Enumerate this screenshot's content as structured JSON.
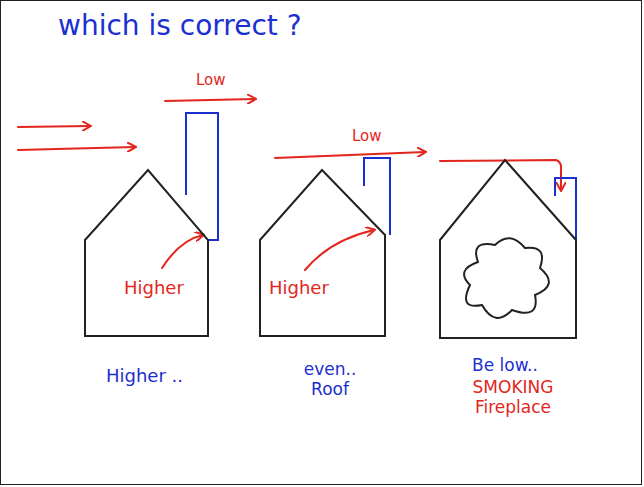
{
  "diagram": {
    "title": "which is correct ?",
    "nodes": [
      {
        "text": [
          "Higher",
          "Higher .."
        ]
      },
      {
        "text": [
          "Higher",
          "even.. Roof"
        ]
      },
      {
        "text": [
          "Be low..",
          "SMOKING Fireplace"
        ]
      }
    ],
    "labels": [
      "Low",
      "Low"
    ]
  }
}
